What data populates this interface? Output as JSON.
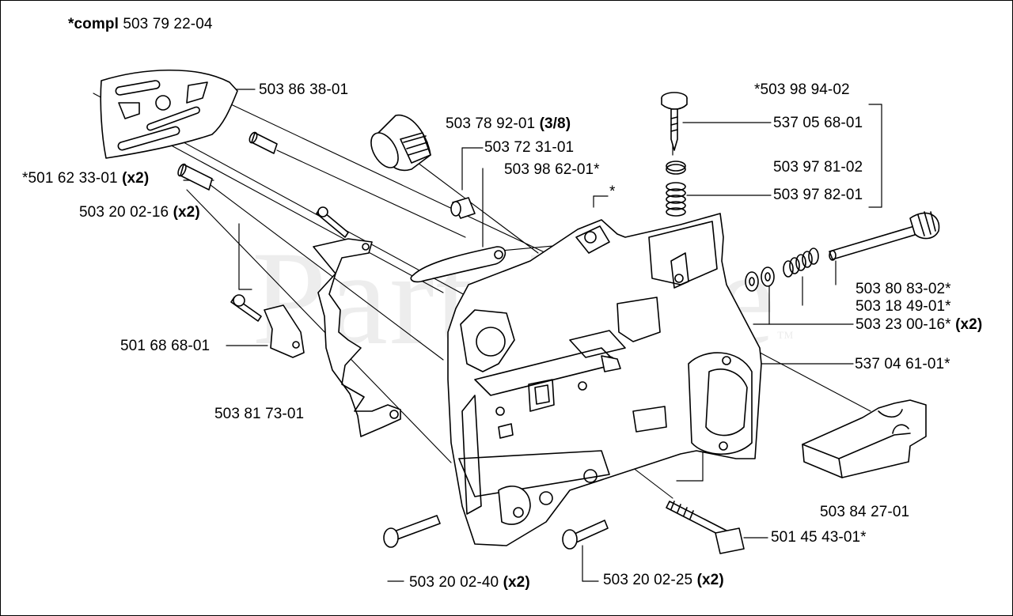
{
  "watermark": {
    "text": "PartsTree",
    "mark": "™"
  },
  "assembly": {
    "prefix": "*compl",
    "number": "503 79 22-04"
  },
  "labels": {
    "guide_plate": {
      "number": "503 86 38-01"
    },
    "sleeve": {
      "number": "*501 62 33-01",
      "qty": "(x2)"
    },
    "screw_top": {
      "number": "503 20 02-16",
      "qty": "(x2)"
    },
    "bracket": {
      "number": "501 68 68-01"
    },
    "plate_left": {
      "number": "503 81 73-01"
    },
    "bolt_bottom": {
      "number": "503 20 02-40",
      "qty": "(x2)"
    },
    "bolt_bottom2": {
      "number": "503 20 02-25",
      "qty": "(x2)"
    },
    "plug": {
      "number": "503 78 92-01",
      "qty": "(3/8)"
    },
    "pin": {
      "number": "503 72 31-01"
    },
    "link": {
      "number": "503 98 62-01*"
    },
    "cover_star": {
      "number": "*"
    },
    "kit": {
      "number": "*503 98 94-02"
    },
    "screw_valve": {
      "number": "537 05 68-01"
    },
    "washer": {
      "number": "503 97 81-02"
    },
    "spring": {
      "number": "503 97 82-01"
    },
    "adjuster_a": {
      "number": "503 80 83-02*"
    },
    "adjuster_b": {
      "number": "503 18 49-01*"
    },
    "adjuster_c": {
      "number": "503 23 00-16*",
      "qty": "(x2)"
    },
    "nozzle": {
      "number": "537 04 61-01*"
    },
    "block": {
      "number": "503 84 27-01"
    },
    "tensioner": {
      "number": "501 45 43-01*"
    }
  }
}
